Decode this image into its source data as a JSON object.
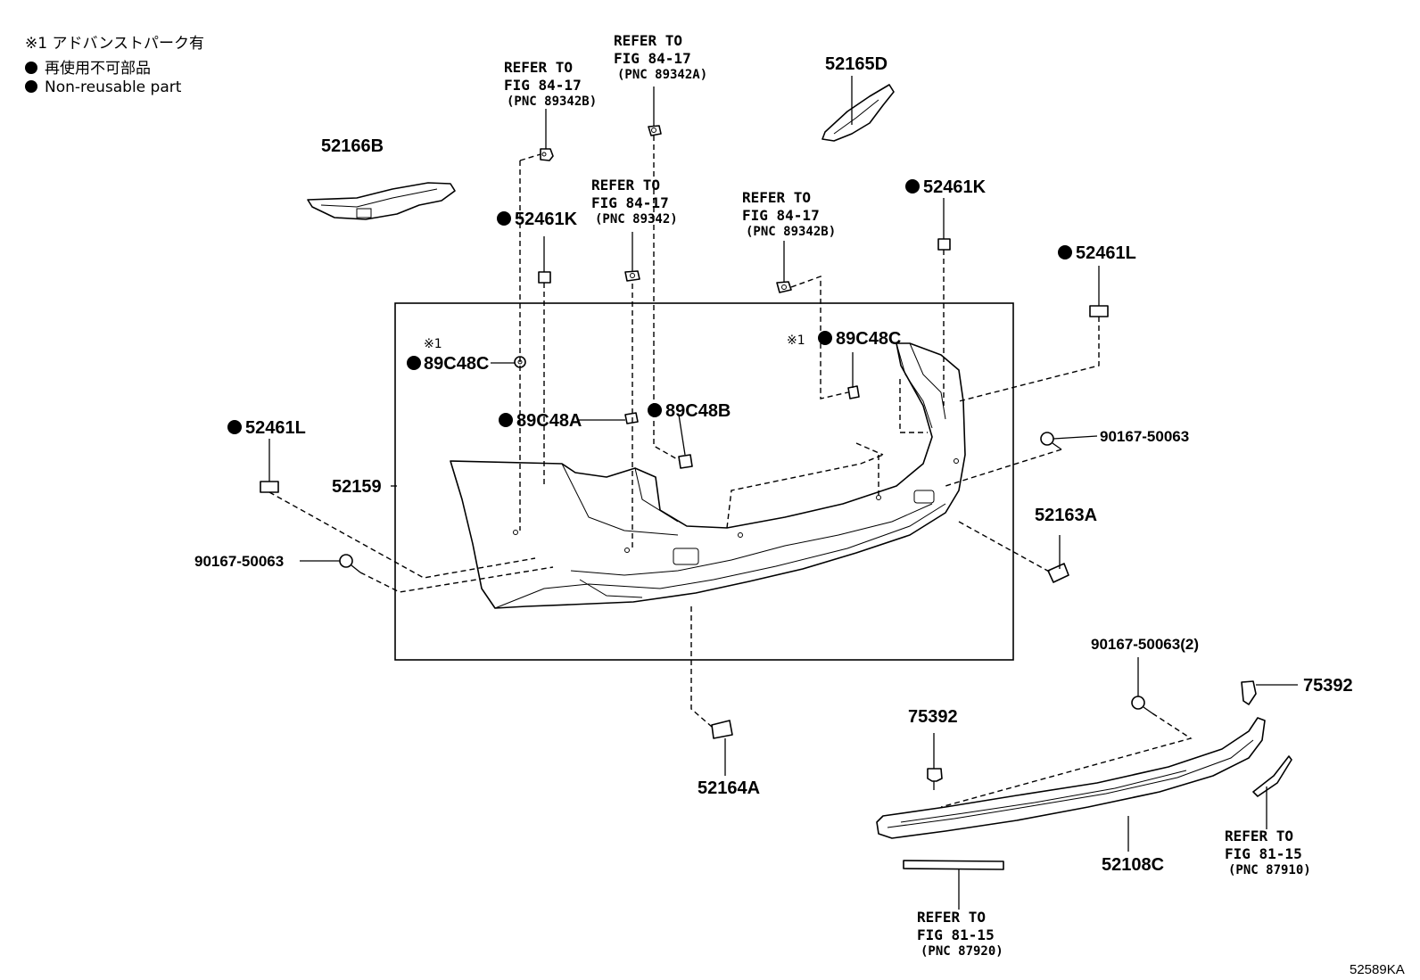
{
  "legend": {
    "note1": "※1 アドバンストパーク有",
    "dot_ja": "再使用不可部品",
    "dot_en": "Non-reusable part"
  },
  "refs": {
    "r89342b_top": {
      "l1": "REFER TO",
      "l2": "FIG 84-17",
      "l3": "(PNC 89342B)"
    },
    "r89342a": {
      "l1": "REFER TO",
      "l2": "FIG 84-17",
      "l3": "(PNC 89342A)"
    },
    "r89342": {
      "l1": "REFER TO",
      "l2": "FIG 84-17",
      "l3": "(PNC 89342)"
    },
    "r89342b_right": {
      "l1": "REFER TO",
      "l2": "FIG 84-17",
      "l3": "(PNC 89342B)"
    },
    "r87910": {
      "l1": "REFER TO",
      "l2": "FIG 81-15",
      "l3": "(PNC 87910)"
    },
    "r87920": {
      "l1": "REFER TO",
      "l2": "FIG 81-15",
      "l3": "(PNC 87920)"
    }
  },
  "parts": {
    "p52165D": "52165D",
    "p52166B": "52166B",
    "p52461K_left": "52461K",
    "p52461K_right": "52461K",
    "p52461L_right": "52461L",
    "p52461L_left": "52461L",
    "p89C48C_left": "89C48C",
    "p89C48C_right": "89C48C",
    "p89C48A": "89C48A",
    "p89C48B": "89C48B",
    "p52159": "52159",
    "p90167_left": "90167-50063",
    "p90167_right": "90167-50063",
    "p90167_lower": "90167-50063(2)",
    "p52163A": "52163A",
    "p52164A": "52164A",
    "p75392_left": "75392",
    "p75392_right": "75392",
    "p52108C": "52108C"
  },
  "marks": {
    "note_ref": "※1"
  },
  "diagram_code": "52589KA"
}
